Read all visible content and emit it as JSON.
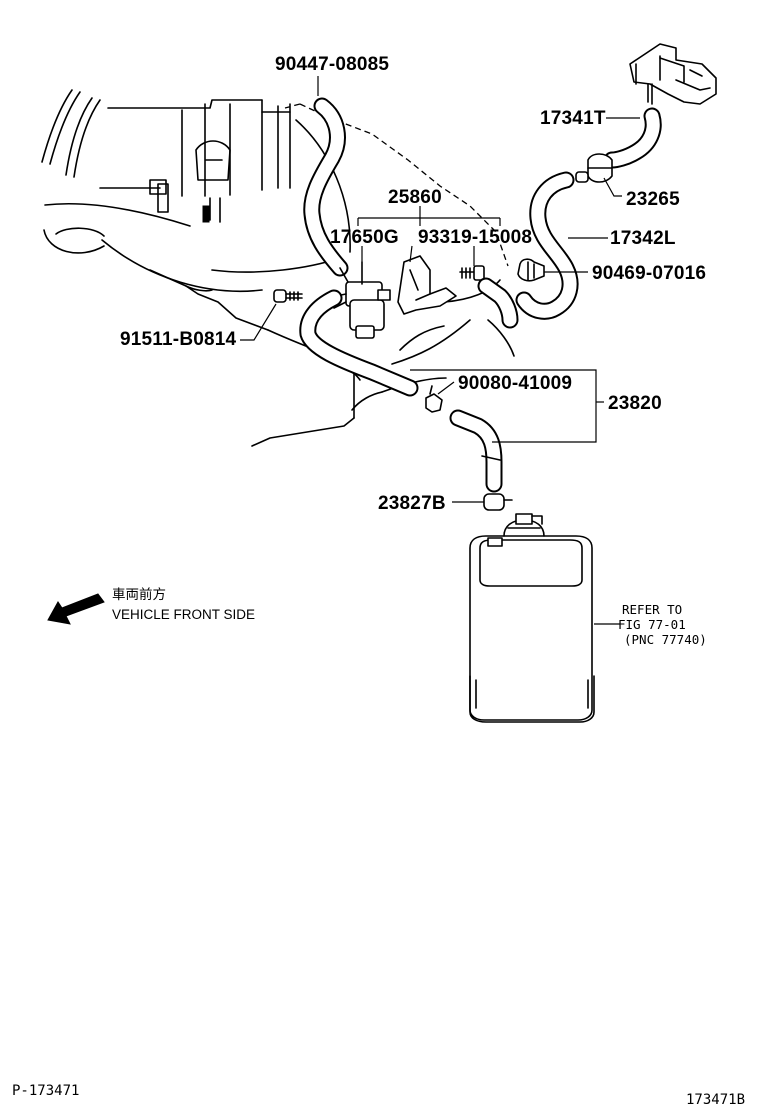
{
  "parts": {
    "p90447": "90447-08085",
    "p17341T": "17341T",
    "p23265": "23265",
    "p25860": "25860",
    "p17342L": "17342L",
    "p17650G": "17650G",
    "p93319": "93319-15008",
    "p90469": "90469-07016",
    "p91511": "91511-B0814",
    "p90080": "90080-41009",
    "p23820": "23820",
    "p23827B": "23827B"
  },
  "refer": {
    "line1": "REFER TO",
    "line2": "FIG 77-01",
    "line3": "(PNC 77740)"
  },
  "direction": {
    "japanese": "車両前方",
    "english": "VEHICLE FRONT SIDE",
    "icon": "front-arrow-icon"
  },
  "footer": {
    "left_code": "P-173471",
    "right_code": "173471B"
  }
}
